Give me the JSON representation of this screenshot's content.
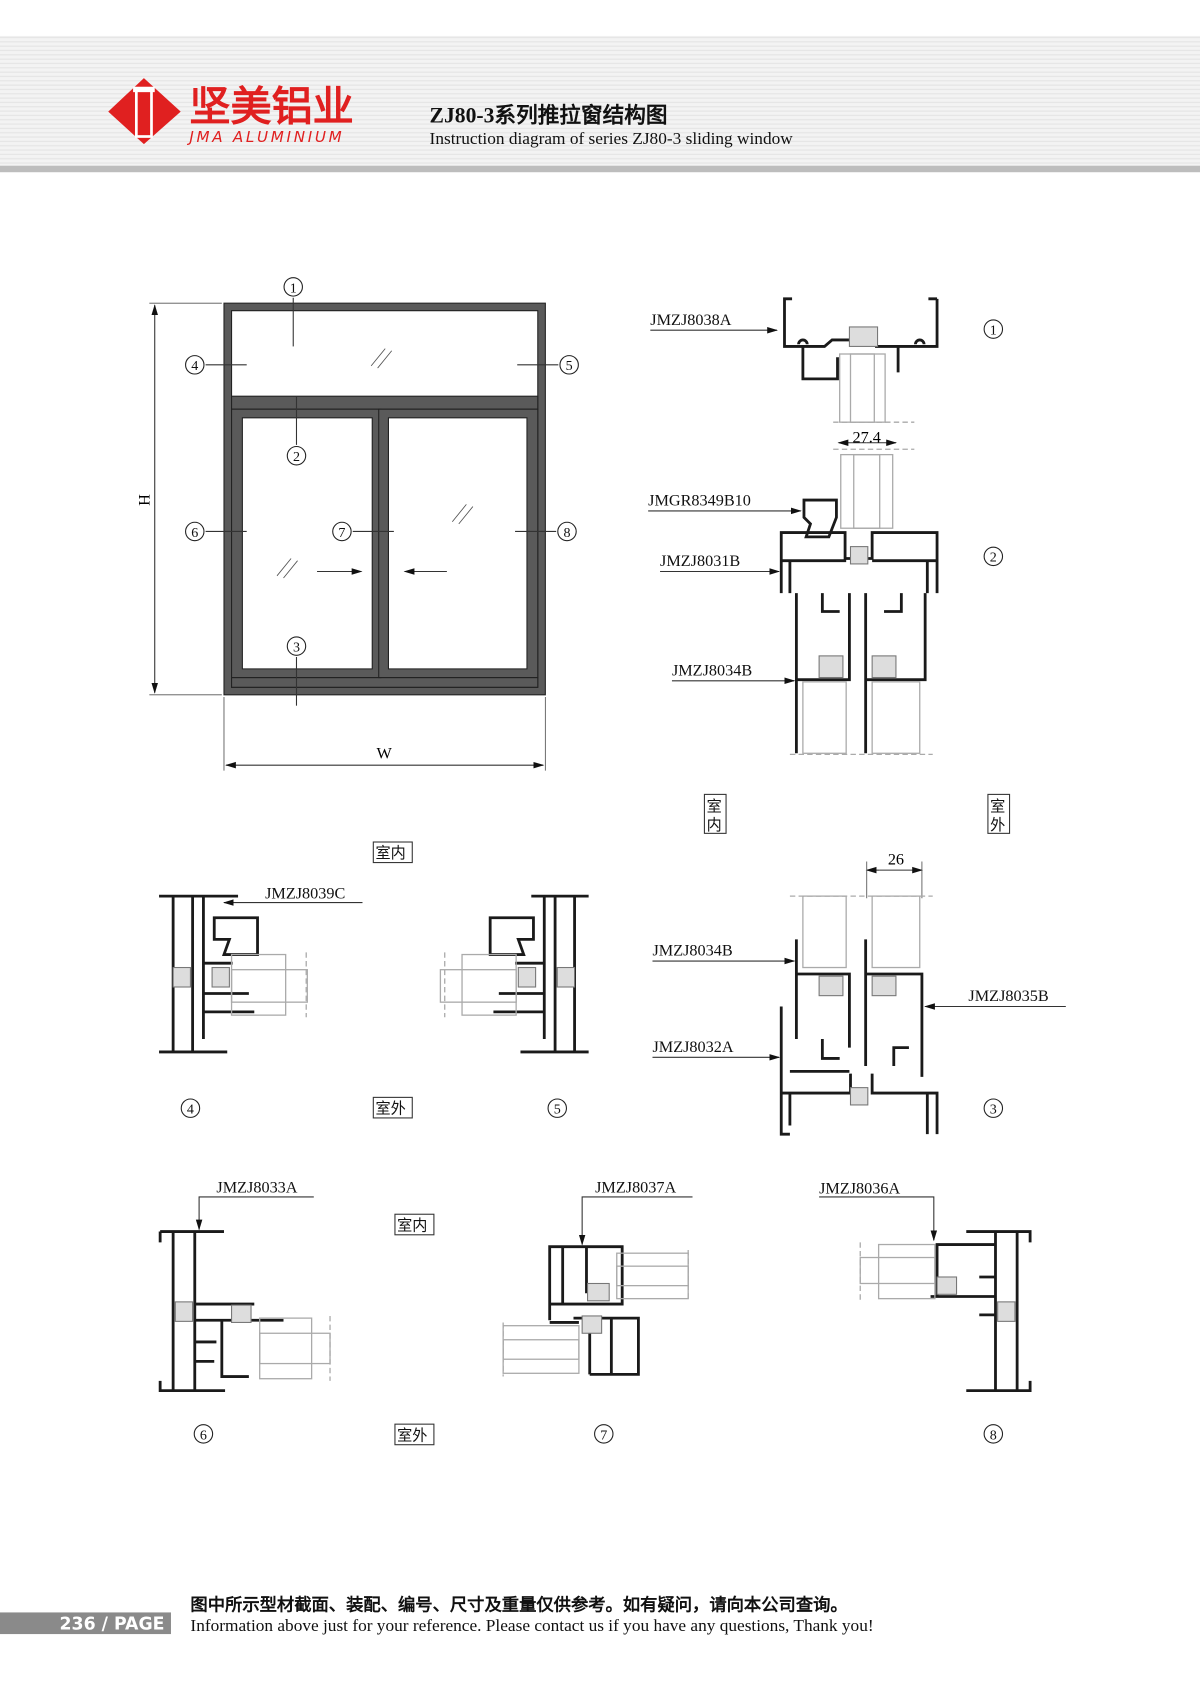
{
  "header": {
    "brand_cn": "坚美铝业",
    "brand_en": "JMA ALUMINIUM",
    "title_cn": "ZJ80-3系列推拉窗结构图",
    "title_en": "Instruction diagram of series ZJ80-3 sliding window",
    "brand_color": "#e02020"
  },
  "elevation": {
    "height_label": "H",
    "width_label": "W",
    "callouts": [
      "1",
      "2",
      "3",
      "4",
      "5",
      "6",
      "7",
      "8"
    ]
  },
  "sections": {
    "s1": {
      "part": "JMZJ8038A",
      "callout": "1"
    },
    "s2": {
      "parts": [
        "JMGR8349B10",
        "JMZJ8031B",
        "JMZJ8034B"
      ],
      "callout": "2",
      "dim": "27.4"
    },
    "s3": {
      "parts": [
        "JMZJ8034B",
        "JMZJ8032A",
        "JMZJ8035B"
      ],
      "callout": "3",
      "dim": "26"
    },
    "s4": {
      "part": "JMZJ8039C",
      "callout": "4"
    },
    "s5": {
      "callout": "5"
    },
    "s6": {
      "part": "JMZJ8033A",
      "callout": "6"
    },
    "s7": {
      "part": "JMZJ8037A",
      "callout": "7"
    },
    "s8": {
      "part": "JMZJ8036A",
      "callout": "8"
    },
    "rooms": {
      "inside": "室内",
      "outside": "室外",
      "inside_v": [
        "室",
        "内"
      ],
      "outside_v": [
        "室",
        "外"
      ]
    }
  },
  "footer": {
    "page": "236 / PAGE",
    "note_cn": "图中所示型材截面、装配、编号、尺寸及重量仅供参考。如有疑问，请向本公司查询。",
    "note_en": "Information above just for your reference. Please contact us if you have any questions, Thank you!"
  }
}
